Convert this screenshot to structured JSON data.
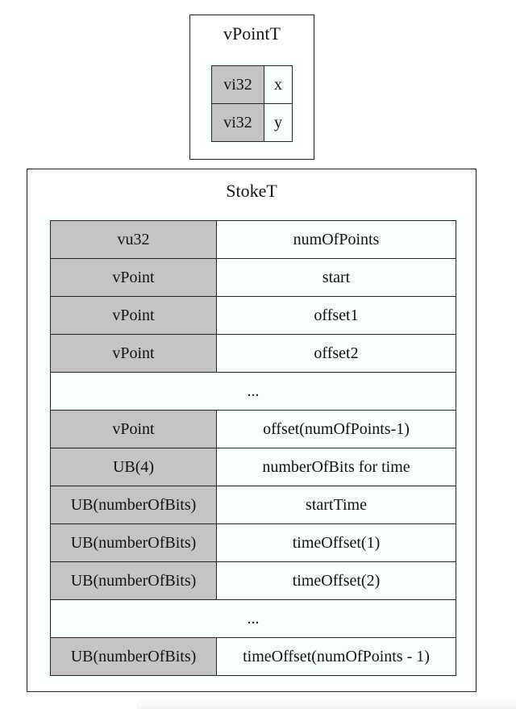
{
  "vpoint": {
    "title": "vPointT",
    "rows": [
      {
        "type": "vi32",
        "field": "x"
      },
      {
        "type": "vi32",
        "field": "y"
      }
    ]
  },
  "stroke": {
    "title": "StokeT",
    "rows": [
      {
        "type": "vu32",
        "field": "numOfPoints"
      },
      {
        "type": "vPoint",
        "field": "start"
      },
      {
        "type": "vPoint",
        "field": "offset1"
      },
      {
        "type": "vPoint",
        "field": "offset2"
      },
      {
        "ellipsis": "..."
      },
      {
        "type": "vPoint",
        "field": "offset(numOfPoints-1)"
      },
      {
        "type": "UB(4)",
        "field": "numberOfBits for time"
      },
      {
        "type": "UB(numberOfBits)",
        "field": "startTime"
      },
      {
        "type": "UB(numberOfBits)",
        "field": "timeOffset(1)"
      },
      {
        "type": "UB(numberOfBits)",
        "field": "timeOffset(2)"
      },
      {
        "ellipsis": "..."
      },
      {
        "type": "UB(numberOfBits)",
        "field": "timeOffset(numOfPoints - 1)"
      }
    ]
  },
  "colors": {
    "type_cell": "#c4c4c4",
    "field_cell": "#f7ffff",
    "border": "#222222"
  }
}
